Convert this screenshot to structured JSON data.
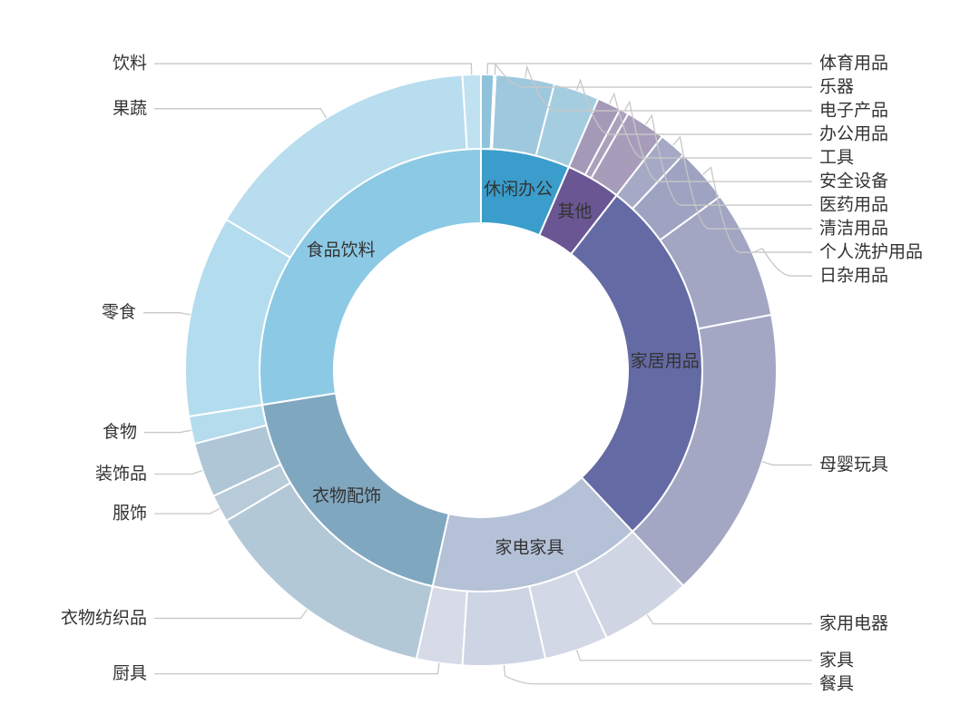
{
  "chart_data": {
    "type": "sunburst",
    "title": "",
    "inner_ring": [
      {
        "name": "休闲办公",
        "value": 6.5,
        "color": "#3b9dcb",
        "label_color": "#333333"
      },
      {
        "name": "其他",
        "value": 4.0,
        "color": "#6a5693",
        "label_color": "#ffffff"
      },
      {
        "name": "家居用品",
        "value": 27.5,
        "color": "#646aa3",
        "label_color": "#ffffff"
      },
      {
        "name": "家电家具",
        "value": 15.5,
        "color": "#b4c1d6",
        "label_color": "#333333"
      },
      {
        "name": "衣物配饰",
        "value": 19.0,
        "color": "#80a7c0",
        "label_color": "#333333"
      },
      {
        "name": "食品饮料",
        "value": 27.5,
        "color": "#8cc9e4",
        "label_color": "#333333"
      }
    ],
    "outer_ring": [
      {
        "name": "体育用品",
        "parent": "休闲办公",
        "value": 0.7,
        "color": "#8fc2db"
      },
      {
        "name": "乐器",
        "parent": "休闲办公",
        "value": 0.1,
        "color": "#98c5dc"
      },
      {
        "name": "电子产品",
        "parent": "休闲办公",
        "value": 3.2,
        "color": "#9ec8dd"
      },
      {
        "name": "办公用品",
        "parent": "休闲办公",
        "value": 2.5,
        "color": "#a5cde0"
      },
      {
        "name": "工具",
        "parent": "其他",
        "value": 1.3,
        "color": "#a49ab8"
      },
      {
        "name": "安全设备",
        "parent": "其他",
        "value": 0.5,
        "color": "#aaa1bd"
      },
      {
        "name": "医药用品",
        "parent": "其他",
        "value": 2.2,
        "color": "#a79dbb"
      },
      {
        "name": "清洁用品",
        "parent": "家居用品",
        "value": 1.5,
        "color": "#a5a9c5"
      },
      {
        "name": "个人洗护用品",
        "parent": "家居用品",
        "value": 3.0,
        "color": "#9ea3c2"
      },
      {
        "name": "日杂用品",
        "parent": "家居用品",
        "value": 7.0,
        "color": "#a2a6c3"
      },
      {
        "name": "母婴玩具",
        "parent": "家居用品",
        "value": 16.0,
        "color": "#a4a7c3"
      },
      {
        "name": "家用电器",
        "parent": "家电家具",
        "value": 5.0,
        "color": "#cfd5e2"
      },
      {
        "name": "家具",
        "parent": "家电家具",
        "value": 3.5,
        "color": "#d2d8e5"
      },
      {
        "name": "餐具",
        "parent": "家电家具",
        "value": 4.5,
        "color": "#cdd4e3"
      },
      {
        "name": "厨具",
        "parent": "家电家具",
        "value": 2.5,
        "color": "#d6dbe7"
      },
      {
        "name": "衣物纺织品",
        "parent": "衣物配饰",
        "value": 13.0,
        "color": "#b3c8d7"
      },
      {
        "name": "服饰",
        "parent": "衣物配饰",
        "value": 1.5,
        "color": "#b8cbd9"
      },
      {
        "name": "装饰品",
        "parent": "衣物配饰",
        "value": 3.0,
        "color": "#afc6d6"
      },
      {
        "name": "食物",
        "parent": "衣物配饰",
        "value": 1.5,
        "color": "#b5dcec"
      },
      {
        "name": "零食",
        "parent": "食品饮料",
        "value": 11.0,
        "color": "#b3dcee"
      },
      {
        "name": "果蔬",
        "parent": "食品饮料",
        "value": 15.5,
        "color": "#b7ddee"
      },
      {
        "name": "饮料",
        "parent": "食品饮料",
        "value": 1.0,
        "color": "#c0e1f0"
      }
    ]
  }
}
